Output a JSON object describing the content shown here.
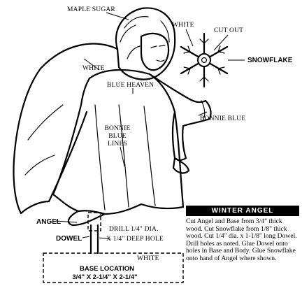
{
  "labels": {
    "maple_sugar": "MAPLE SUGAR",
    "white_top": "WHITE",
    "cut_out": "CUT OUT",
    "snowflake": "SNOWFLAKE",
    "white_wing": "WHITE",
    "blue_heaven": "BLUE HEAVEN",
    "bonnie_blue": "BONNIE BLUE",
    "lines_1": "BONNIE",
    "lines_2": "BLUE",
    "lines_3": "LINES",
    "angel": "ANGEL",
    "dowel": "DOWEL",
    "drill_1": "DRILL 1/4\" DIA.",
    "drill_2": "X 1/4\" DEEP HOLE",
    "white_base": "WHITE",
    "base_1": "BASE LOCATION",
    "base_2": "3/4\" X 2-1/4\" X 2-1/4\""
  },
  "info": {
    "title": "WINTER ANGEL",
    "text": "Cut Angel and Base from 3/4\" thick wood. Cut Snowflake from 1/8\" thick wood. Cut 1/4\" dia. x 1-1/8\" long Dowel. Drill holes as noted. Glue Dowel onto holes in Base and Body. Glue Snowflake onto hand of Angel where shown."
  }
}
